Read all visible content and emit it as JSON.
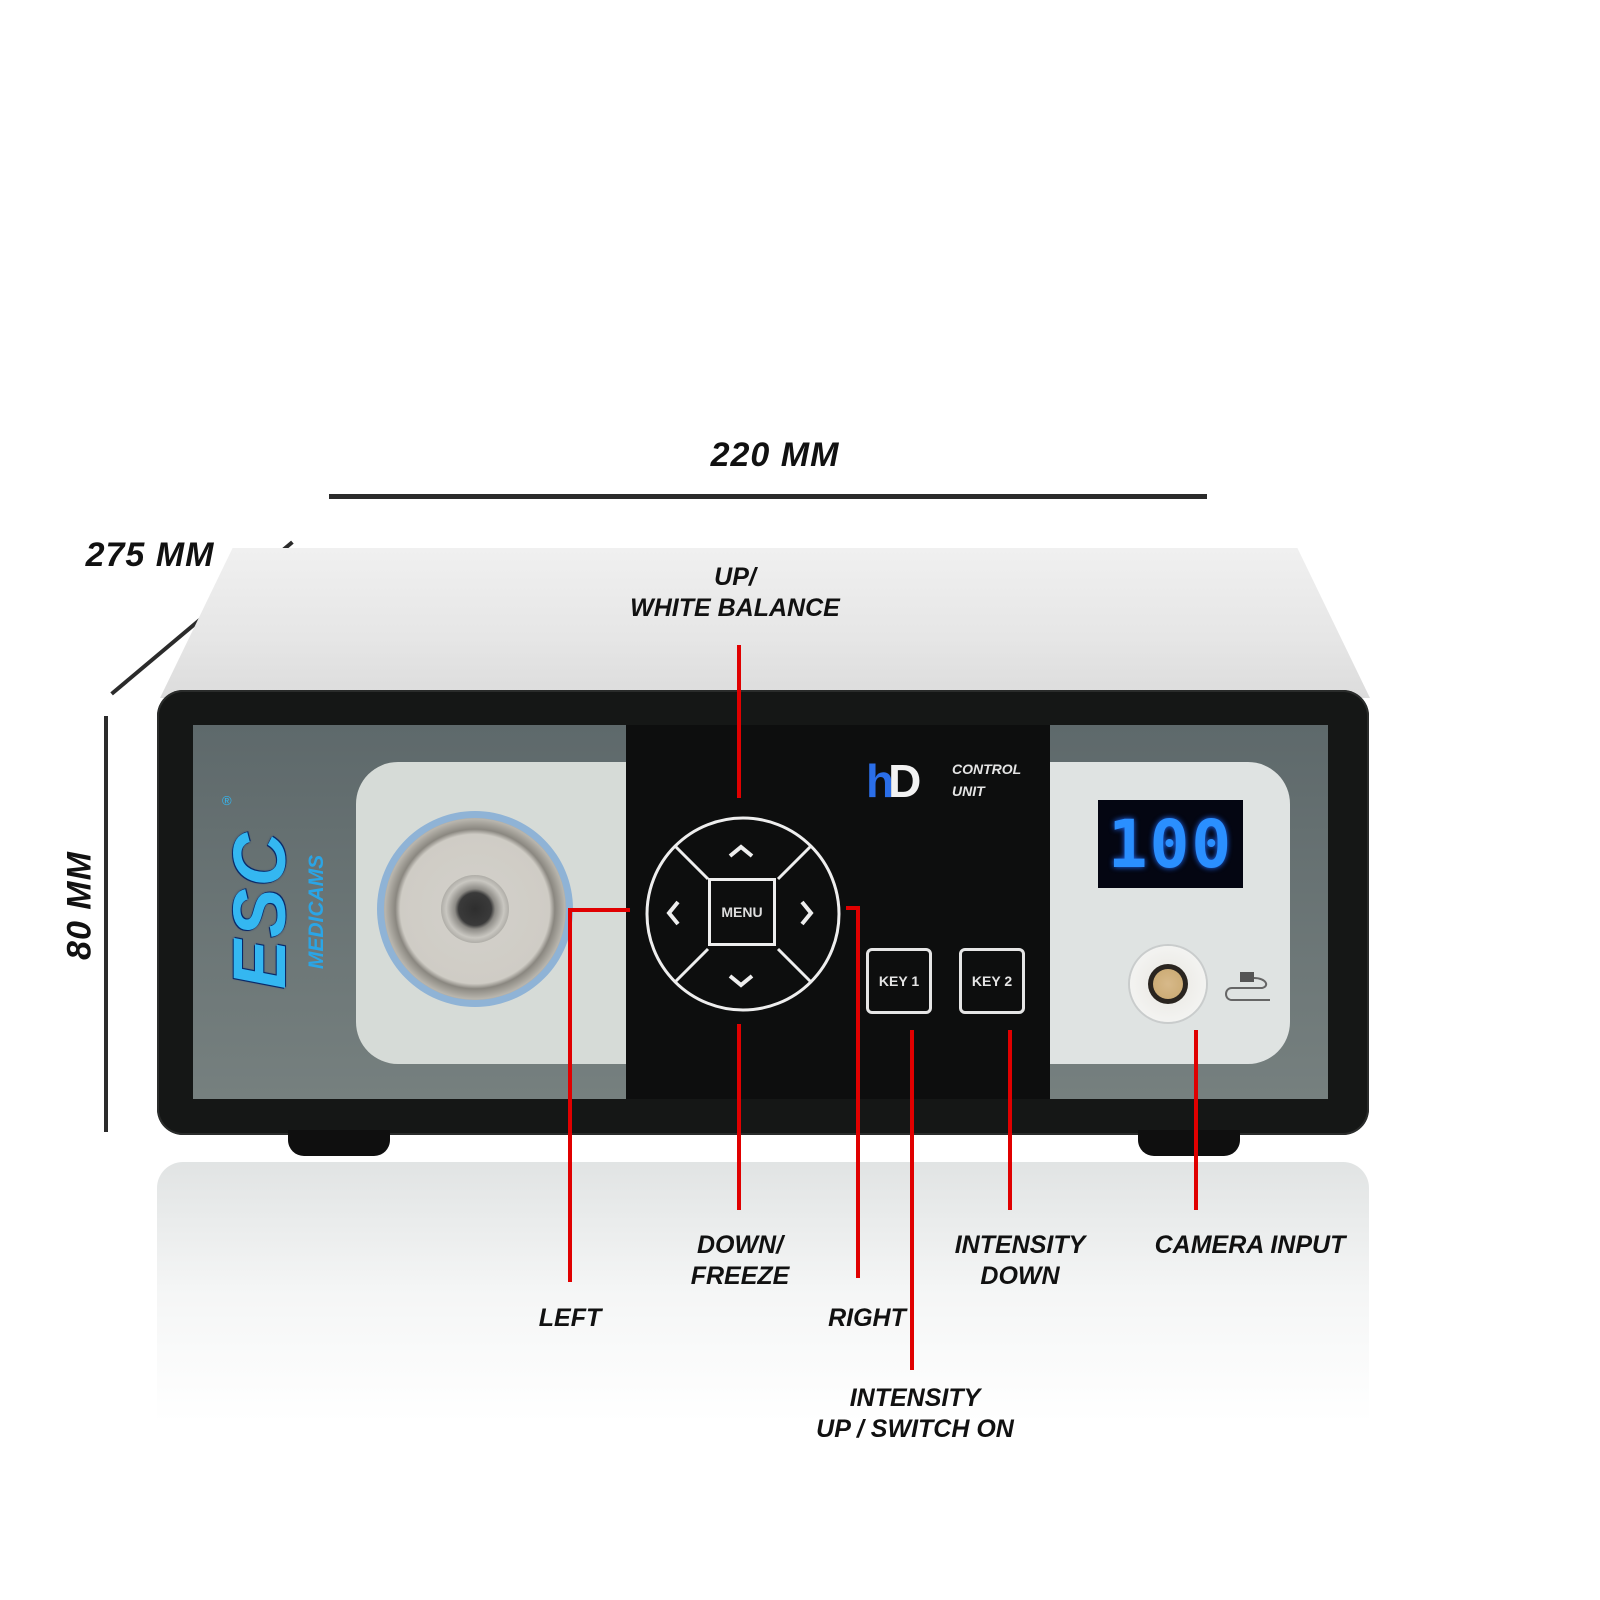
{
  "dimensions": {
    "width": "220 MM",
    "depth": "275 MM",
    "height": "80 MM"
  },
  "device": {
    "brand": "ESC",
    "brand_sub": "MEDICAMS",
    "registered_mark": "®",
    "model_logo": {
      "h": "h",
      "d": "D"
    },
    "model_text_line1": "CONTROL",
    "model_text_line2": "UNIT",
    "display_value": "100",
    "buttons": {
      "menu": "MENU",
      "up": "^",
      "down": "v",
      "left": "<",
      "right": ">",
      "key1": "KEY 1",
      "key2": "KEY 2"
    },
    "colors": {
      "brand_blue": "#34b7f1",
      "display_blue": "#2a8fff",
      "callout_red": "#e00000",
      "bezel": "#151716"
    }
  },
  "callouts": {
    "up": {
      "line1": "UP/",
      "line2": "WHITE BALANCE"
    },
    "down": {
      "line1": "DOWN/",
      "line2": "FREEZE"
    },
    "left": {
      "line1": "LEFT"
    },
    "right": {
      "line1": "RIGHT"
    },
    "intensity_down": {
      "line1": "INTENSITY",
      "line2": "DOWN"
    },
    "intensity_up": {
      "line1": "INTENSITY",
      "line2": "UP / SWITCH ON"
    },
    "camera_input": {
      "line1": "CAMERA INPUT"
    }
  }
}
